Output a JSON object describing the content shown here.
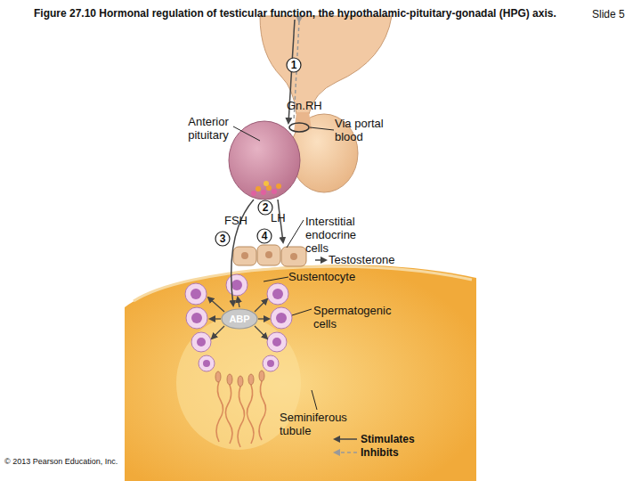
{
  "diagram": {
    "title": "Figure 27.10 Hormonal regulation of testicular function, the hypothalamic-pituitary-gonadal (HPG) axis.",
    "nodes": [
      {
        "text": [
          "1"
        ]
      },
      {
        "text": [
          "2"
        ]
      },
      {
        "text": [
          "3"
        ]
      },
      {
        "text": [
          "4"
        ]
      },
      {
        "text": [
          "ABP"
        ]
      }
    ],
    "labels": [
      "Slide 5",
      "Gn.RH",
      "Anterior pituitary",
      "Via portal blood",
      "FSH",
      "LH",
      "Interstitial endocrine cells",
      "Testosterone",
      "Sustentocyte",
      "Spermatogenic cells",
      "Seminiferous tubule",
      "© 2013 Pearson Education, Inc."
    ],
    "legend": [
      {
        "text": "Stimulates"
      },
      {
        "text": "Inhibits"
      }
    ]
  }
}
